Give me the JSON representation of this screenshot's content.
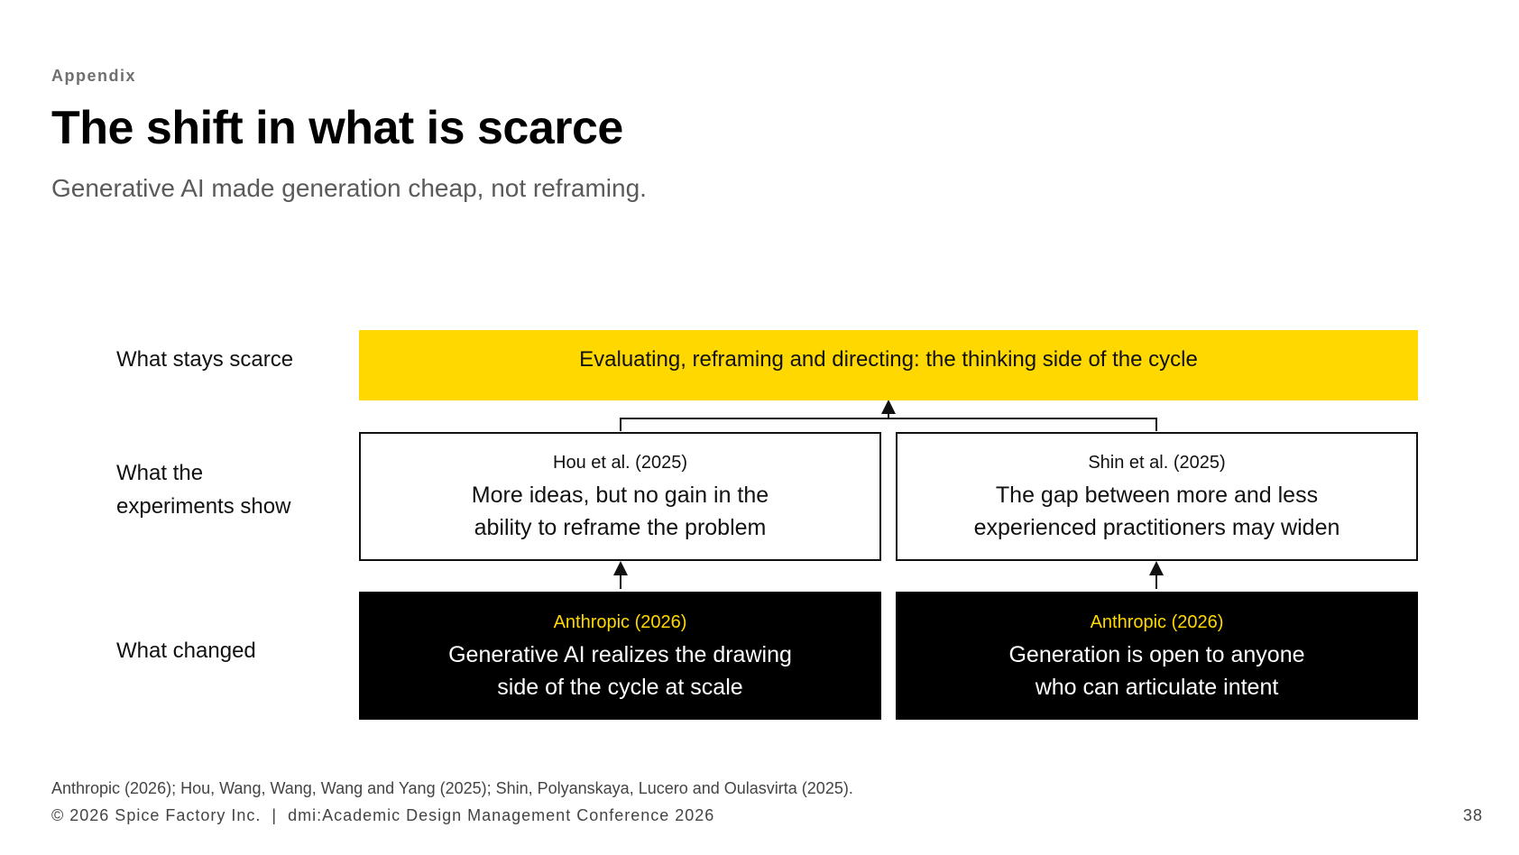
{
  "header": {
    "eyebrow": "Appendix",
    "title": "The shift in what is scarce",
    "subtitle": "Generative AI made generation cheap, not reframing."
  },
  "rows": {
    "scarce_label": "What stays scarce",
    "experiments_label_line1": "What the",
    "experiments_label_line2": "experiments show",
    "changed_label": "What changed"
  },
  "top_box": {
    "text": "Evaluating, reframing and directing: the thinking side of the cycle"
  },
  "experiments": [
    {
      "citation": "Hou et al. (2025)",
      "line1": "More ideas, but no gain in the",
      "line2": "ability to reframe the problem"
    },
    {
      "citation": "Shin et al. (2025)",
      "line1": "The gap between more and less",
      "line2": "experienced practitioners may widen"
    }
  ],
  "changes": [
    {
      "citation": "Anthropic (2026)",
      "line1": "Generative AI realizes the drawing",
      "line2": "side of the cycle at scale"
    },
    {
      "citation": "Anthropic (2026)",
      "line1": "Generation is open to anyone",
      "line2": "who can articulate intent"
    }
  ],
  "footer": {
    "references": "Anthropic (2026); Hou, Wang, Wang, Wang and Yang (2025); Shin, Polyanskaya, Lucero and Oulasvirta (2025).",
    "copyright": "© 2026 Spice Factory Inc.",
    "separator": "|",
    "conference": "dmi:Academic Design Management Conference 2026",
    "page_number": "38"
  },
  "colors": {
    "accent_yellow": "#ffd800",
    "dark": "#000000",
    "muted_text": "#5a5a5a"
  }
}
